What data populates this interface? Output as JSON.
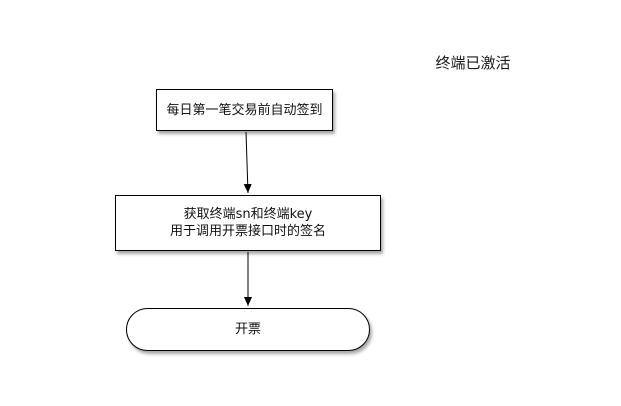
{
  "diagram": {
    "title": "终端已激活",
    "nodes": [
      {
        "id": "daily-sign",
        "shape": "rectangle",
        "lines": [
          "每日第一笔交易前自动签到"
        ]
      },
      {
        "id": "get-terminal",
        "shape": "rectangle",
        "lines": [
          "获取终端sn和终端key",
          "用于调用开票接口时的签名"
        ]
      },
      {
        "id": "invoice",
        "shape": "terminator",
        "lines": [
          "开票"
        ]
      }
    ],
    "edges": [
      {
        "from": "daily-sign",
        "to": "get-terminal"
      },
      {
        "from": "get-terminal",
        "to": "invoice"
      }
    ],
    "colors": {
      "stroke": "#000000",
      "fill": "#ffffff",
      "text": "#111111"
    }
  }
}
